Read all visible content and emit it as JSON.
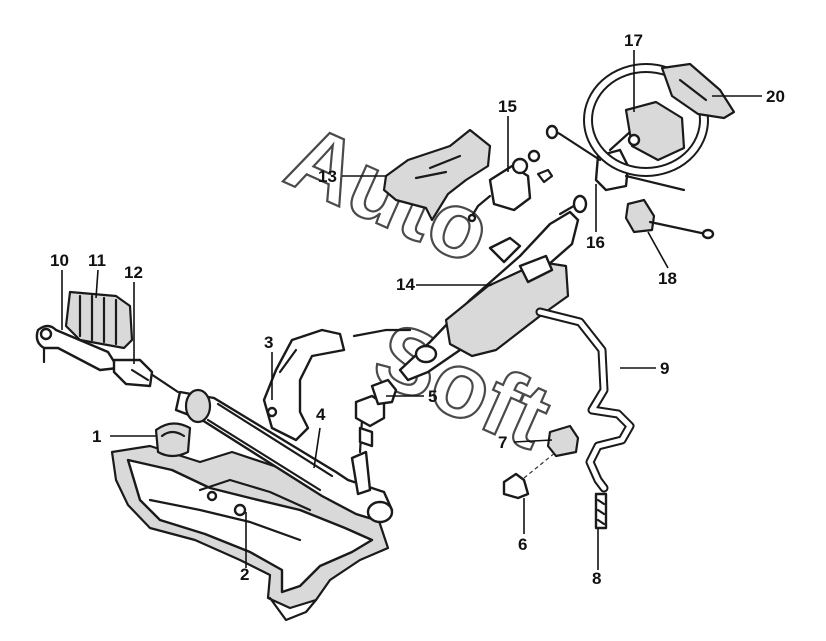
{
  "watermark": {
    "line1": "Auto",
    "line2": "Soft"
  },
  "callouts": [
    {
      "id": "c1",
      "label": "1"
    },
    {
      "id": "c2",
      "label": "2"
    },
    {
      "id": "c3",
      "label": "3"
    },
    {
      "id": "c4",
      "label": "4"
    },
    {
      "id": "c5",
      "label": "5"
    },
    {
      "id": "c6",
      "label": "6"
    },
    {
      "id": "c7",
      "label": "7"
    },
    {
      "id": "c8",
      "label": "8"
    },
    {
      "id": "c9",
      "label": "9"
    },
    {
      "id": "c10",
      "label": "10"
    },
    {
      "id": "c11",
      "label": "11"
    },
    {
      "id": "c12",
      "label": "12"
    },
    {
      "id": "c13",
      "label": "13"
    },
    {
      "id": "c14",
      "label": "14"
    },
    {
      "id": "c15",
      "label": "15"
    },
    {
      "id": "c16",
      "label": "16"
    },
    {
      "id": "c17",
      "label": "17"
    },
    {
      "id": "c18",
      "label": "18"
    },
    {
      "id": "c20",
      "label": "20"
    }
  ],
  "colors": {
    "ink": "#1a1a1a",
    "shade": "#d9d9d9",
    "background": "#ffffff"
  }
}
